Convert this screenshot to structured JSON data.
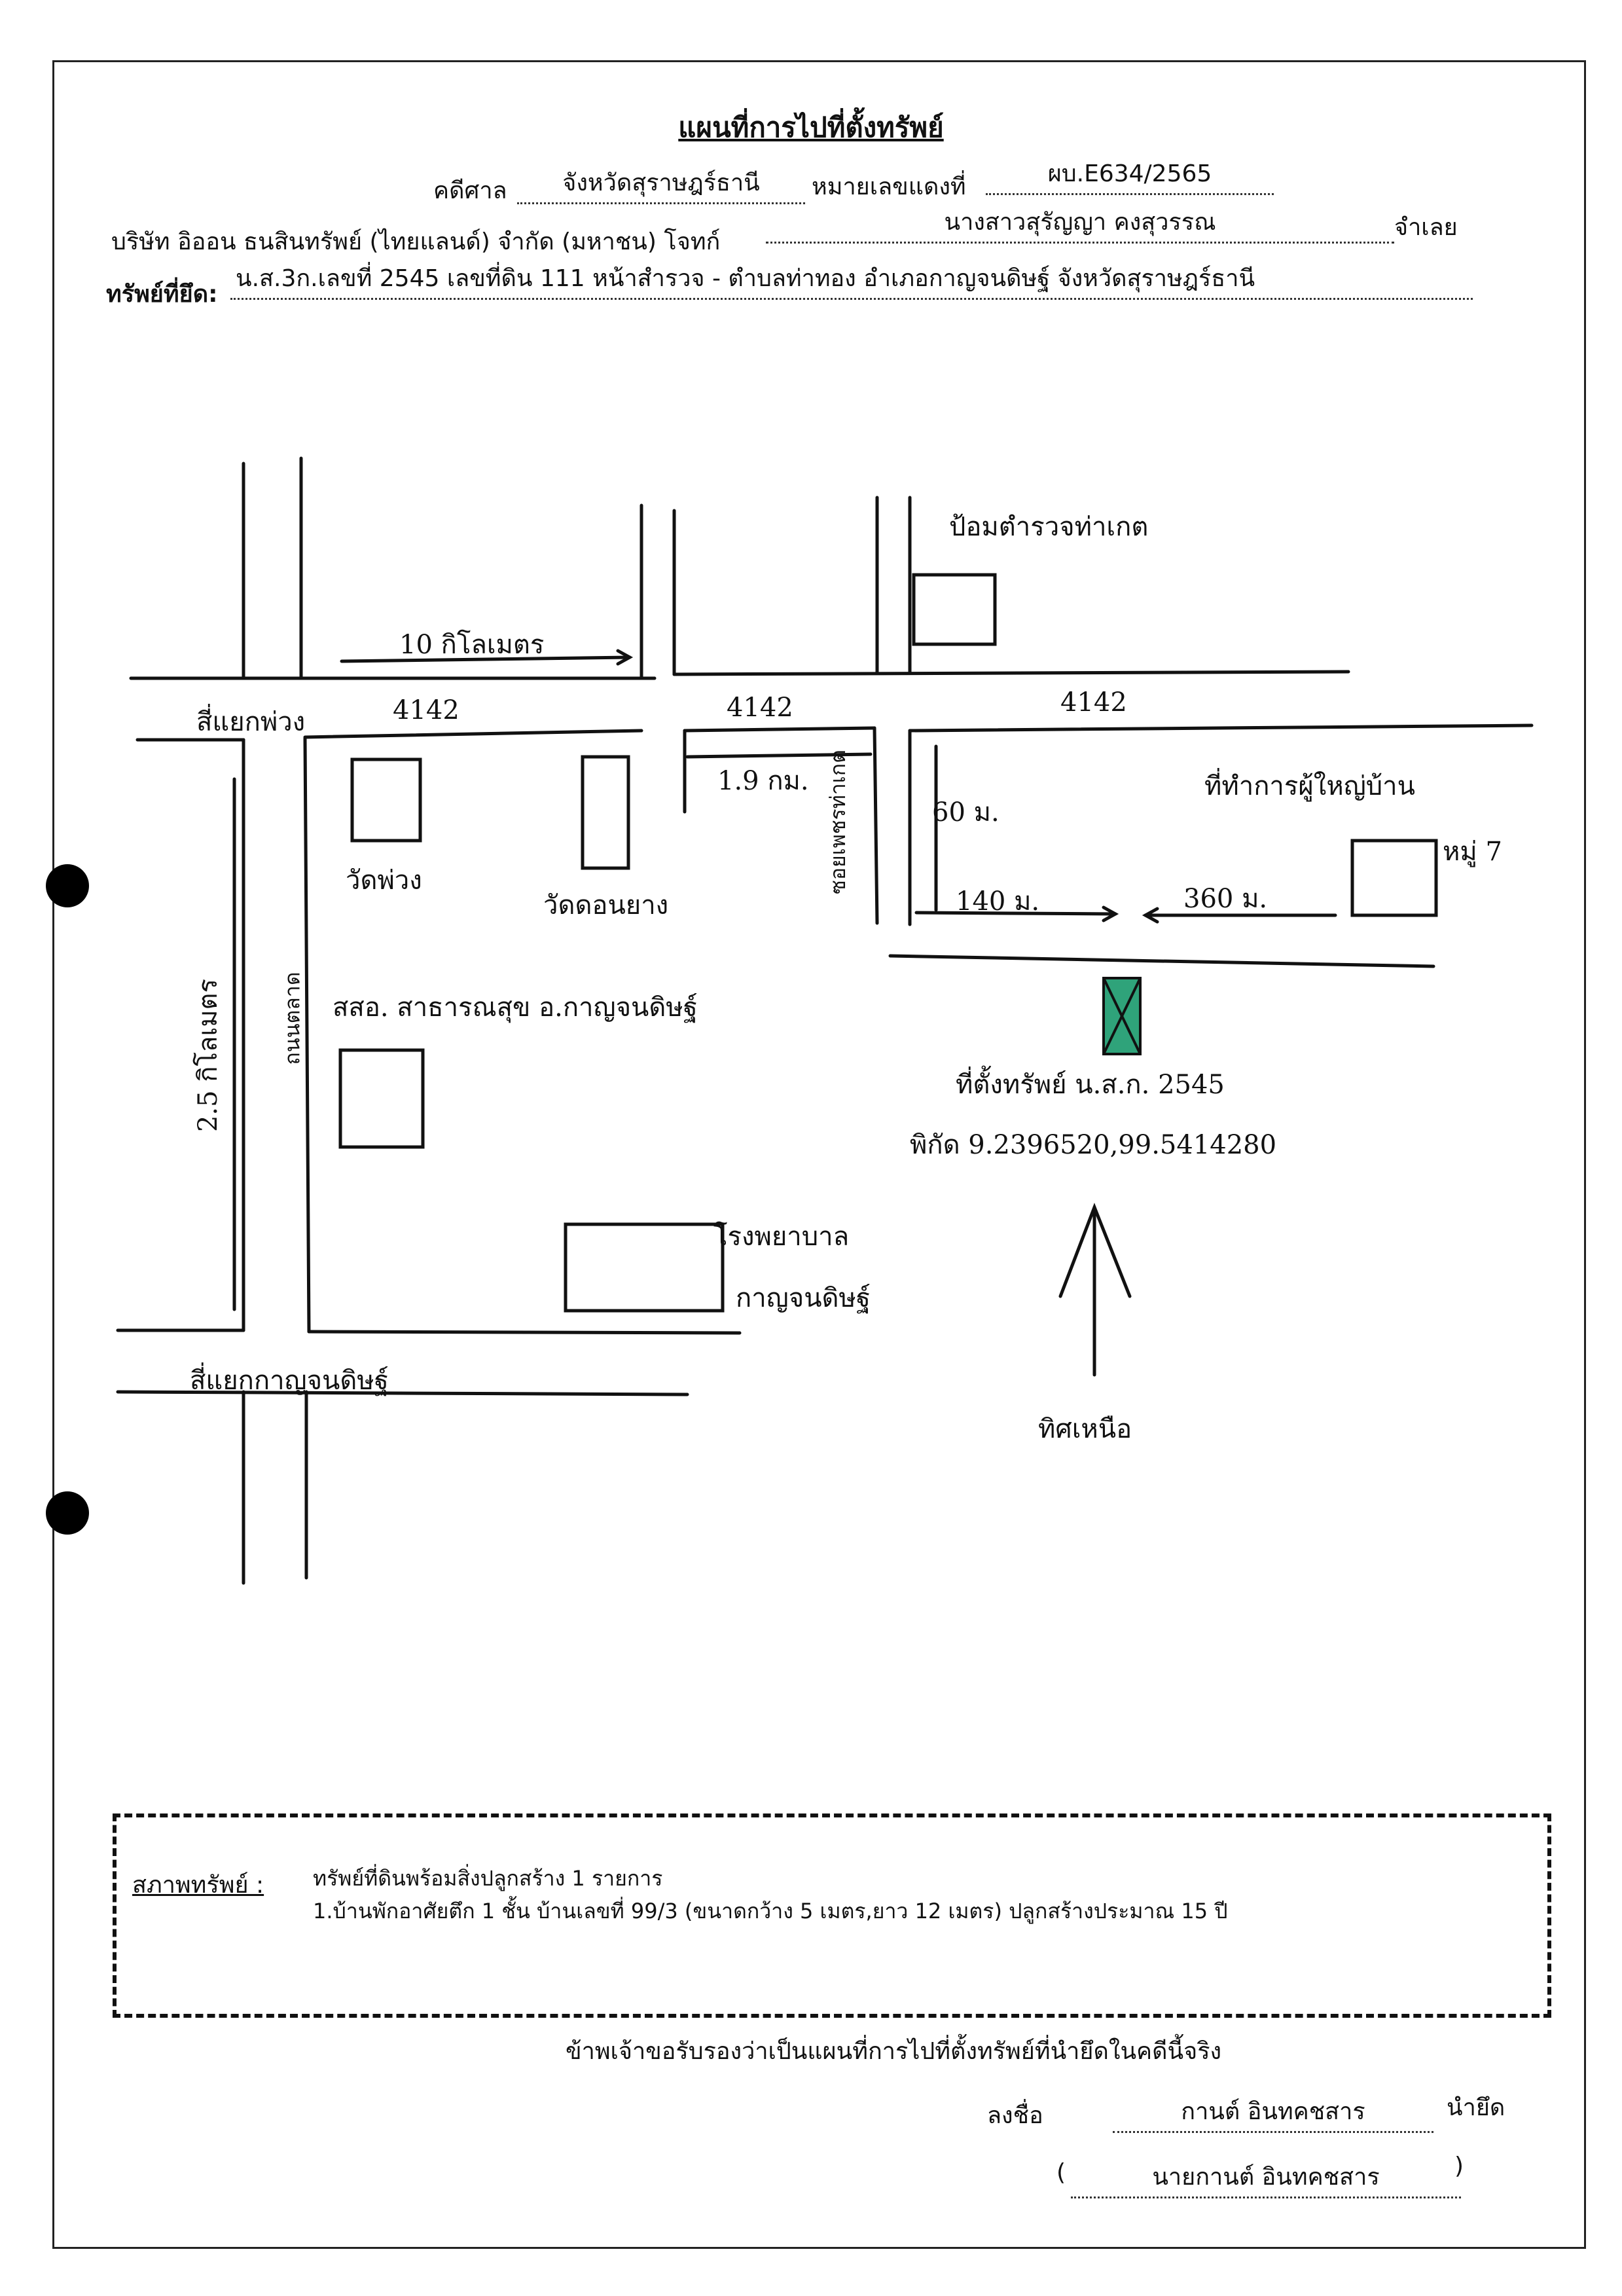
{
  "document": {
    "title": "แผนที่การไปที่ตั้งทรัพย์",
    "court_label": "คดีศาล",
    "court_value": "จังหวัดสุราษฎร์ธานี",
    "case_label": "หมายเลขแดงที่",
    "case_value": "ผบ.E634/2565",
    "plaintiff": "บริษัท อิออน ธนสินทรัพย์ (ไทยแลนด์) จำกัด (มหาชน) โจทก์",
    "defendant_value": "นางสาวสุรัญญา คงสุวรรณ",
    "defendant_label": "จำเลย",
    "property_label": "ทรัพย์ที่ยึด:",
    "property_value": "น.ส.3ก.เลขที่ 2545 เลขที่ดิน 111 หน้าสำรวจ - ตำบลท่าทอง อำเภอกาญจนดิษฐ์ จังหวัดสุราษฎร์ธานี"
  },
  "map": {
    "labels": {
      "police_box": "ป้อมตำรวจท่าเกต",
      "dist_10km": "10 กิโลเมตร",
      "junction_phuang": "สี่แยกพ่วง",
      "road_4142_a": "4142",
      "road_4142_b": "4142",
      "road_4142_c": "4142",
      "dist_19km": "1.9 กม.",
      "soi_tha_ket": "ซอยเพชรท่าเกต",
      "dist_60m": "60 ม.",
      "village_office": "ที่ทำการผู้ใหญ่บ้าน",
      "moo_7": "หมู่ 7",
      "wat_phuang": "วัดพ่วง",
      "wat_don_yang": "วัดดอนยาง",
      "dist_140m": "140 ม.",
      "dist_360m": "360 ม.",
      "dist_25km": "2.5 กิโลเมตร",
      "road_talad": "ถนนตลาด",
      "health_office": "สสอ. สาธารณสุข อ.กาญจนดิษฐ์",
      "property_line1": "ที่ตั้งทรัพย์ น.ส.ก. 2545",
      "coords": "พิกัด 9.2396520,99.5414280",
      "hospital_line1": "โรงพยาบาล",
      "hospital_line2": "กาญจนดิษฐ์",
      "junction_kanchanadit": "สี่แยกกาญจนดิษฐ์",
      "north": "ทิศเหนือ"
    },
    "colors": {
      "property_marker": "#2fa37a",
      "ink": "#111111"
    }
  },
  "status": {
    "label": "สภาพทรัพย์ :",
    "line1": "ทรัพย์ที่ดินพร้อมสิ่งปลูกสร้าง 1 รายการ",
    "line2": "1.บ้านพักอาศัยตึก 1 ชั้น บ้านเลขที่ 99/3 (ขนาดกว้าง 5 เมตร,ยาว 12 เมตร) ปลูกสร้างประมาณ 15 ปี"
  },
  "certification": {
    "statement": "ข้าพเจ้าขอรับรองว่าเป็นแผนที่การไปที่ตั้งทรัพย์ที่นำยึดในคดีนี้จริง",
    "sign_label": "ลงชื่อ",
    "sign_value": "กานต์ อินทคชสาร",
    "sign_role": "นำยึด",
    "open_paren": "(",
    "name_value": "นายกานต์ อินทคชสาร",
    "close_paren": ")"
  }
}
